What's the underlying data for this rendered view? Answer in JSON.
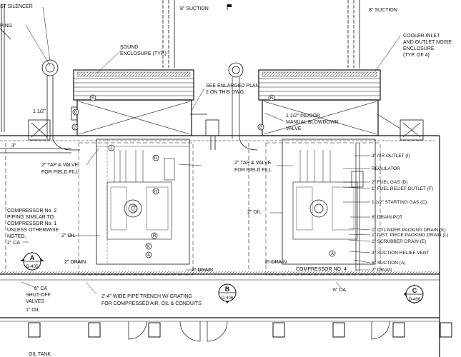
{
  "left_annotations": {
    "silencer": "ST SILENCER",
    "piping": "PING",
    "size_1_5": "1 1/2\"",
    "size_3": "3\"",
    "tap_valve_1": "2\" TAP & VALVE",
    "tap_valve_1b": "FOR FIELD FILL",
    "comp2_line1": "COMPRESSOR No. 2",
    "comp2_line2": "PIPING SIMILAR TO",
    "comp2_line3": "COMPRESSOR No. 1",
    "comp2_line4": "UNLESS OTHERWISE",
    "comp2_line5": "NOTED.",
    "oil_left": "2\" OIL",
    "ca_left": "2\" CA",
    "drain_left": "2\" DRAIN",
    "ca_6": "6\" CA",
    "shutoff_1": "SHUT-OFF",
    "shutoff_2": "VALVES",
    "oil_1": "1\" OIL",
    "oil_tank": "OIL TANK"
  },
  "center_annotations": {
    "suction_1": "8\" SUCTION",
    "sound_1": "SOUND",
    "sound_2": "ENCLOSURE (TYP.)",
    "enlarged_1": "SEE ENLARGED PLAN",
    "enlarged_2": "2 ON THIS DWG.",
    "indoor_1": "1 1/2\" INDOOR",
    "indoor_2": "MANUAL BLOWDOWN",
    "indoor_3": "VALVE",
    "tap_valve_2": "2\" TAP & VALVE",
    "tap_valve_2b": "FOR FIELD FILL",
    "oil_center": "2\" OIL",
    "drain_center_1": "2\" DRAIN",
    "drain_center_2": "2\" DRAIN",
    "trench_1": "2'-4\" WIDE PIPE TRENCH W/ GRATING",
    "trench_2": "FOR COMPRESSED AIR, OIL & CONDUITS"
  },
  "right_annotations": {
    "suction_2": "8\" SUCTION",
    "cooler_1": "COOLER INLET",
    "cooler_2": "AND OUTLET NOISE",
    "cooler_3": "ENCLOSURE",
    "cooler_4": "(TYP. OF 4)",
    "air_outlet": "3\" AIR OUTLET (I)",
    "regulator": "REGULATOR",
    "fuel_gas": "2\" FUEL GAS (D)",
    "fuel_relief": "1\" FUEL RELIEF OUTLET (F)",
    "starting_gas": "1 1/2\" STARTING GAS (C)",
    "drain_pot": "6\" DRAIN POT",
    "cyl_packing": "1\" CYLINDER PACKING DRAIN (K)",
    "dist_packing": "1\" DIST. PIECE PACKING DRAIN (L)",
    "scrubber": "1\" SCRUBBER DRAIN (E)",
    "suction_relief": "3\" SUCTION RELIEF VENT",
    "suction_a": "6\" SUCTION (A)",
    "drain_right": "2\" DRAIN",
    "comp4": "COMPRESSOR NO. 4",
    "ca_right": "6\" CA"
  },
  "section_markers": [
    {
      "letter": "A",
      "ref": "D-405"
    },
    {
      "letter": "B",
      "ref": "D-406"
    },
    {
      "letter": "C",
      "ref": "D-406"
    }
  ],
  "callout_letters": [
    "B",
    "G",
    "J",
    "D",
    "H",
    "T",
    "R",
    "K",
    "A"
  ],
  "colors": {
    "ink": "#111111",
    "paper": "#ffffff",
    "gray": "#888888"
  }
}
